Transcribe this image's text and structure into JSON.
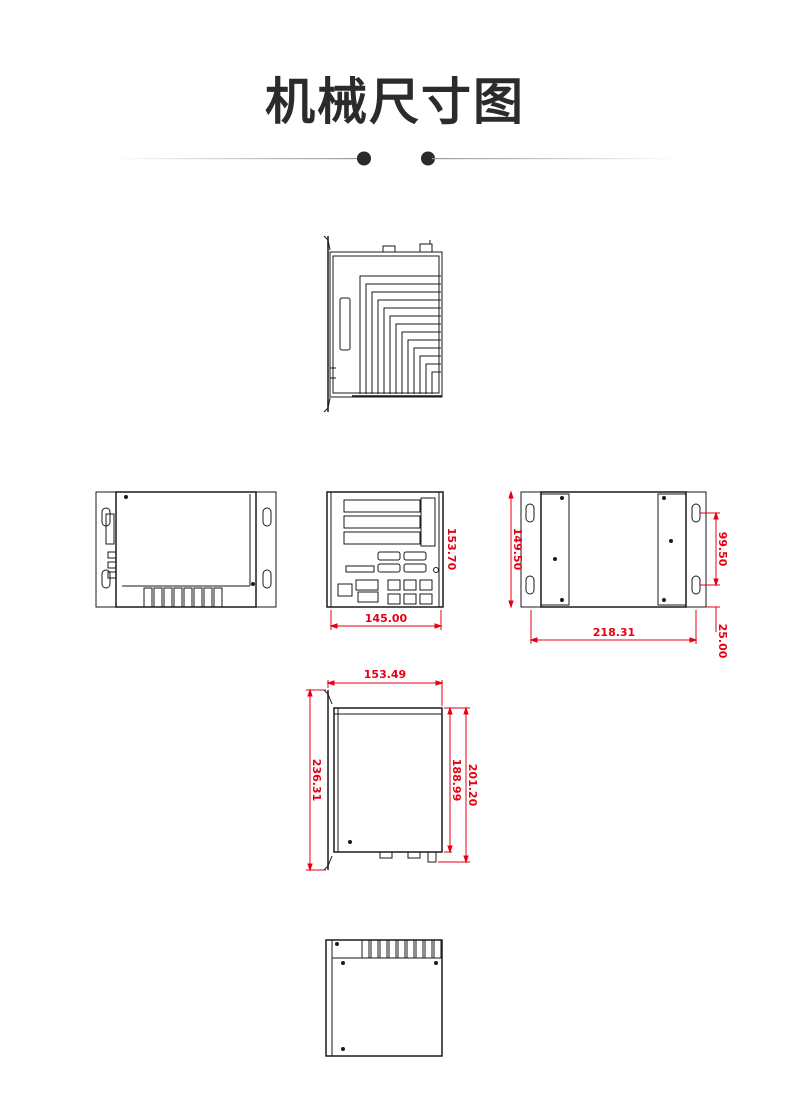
{
  "page": {
    "title": "机械尺寸图"
  },
  "colors": {
    "line": "#1a1a1a",
    "dimension": "#e60012",
    "title": "#2b2b2b",
    "divider": "#bbbbbb"
  },
  "dimensions": {
    "front_height": "153.70",
    "front_width": "145.00",
    "side_height": "149.50",
    "side_hole_spacing": "99.50",
    "side_bracket_width": "218.31",
    "side_bracket_depth": "25.00",
    "top_width": "153.49",
    "top_total_depth": "236.31",
    "top_body_depth": "188.99",
    "top_body_depth_outer": "201.20"
  }
}
